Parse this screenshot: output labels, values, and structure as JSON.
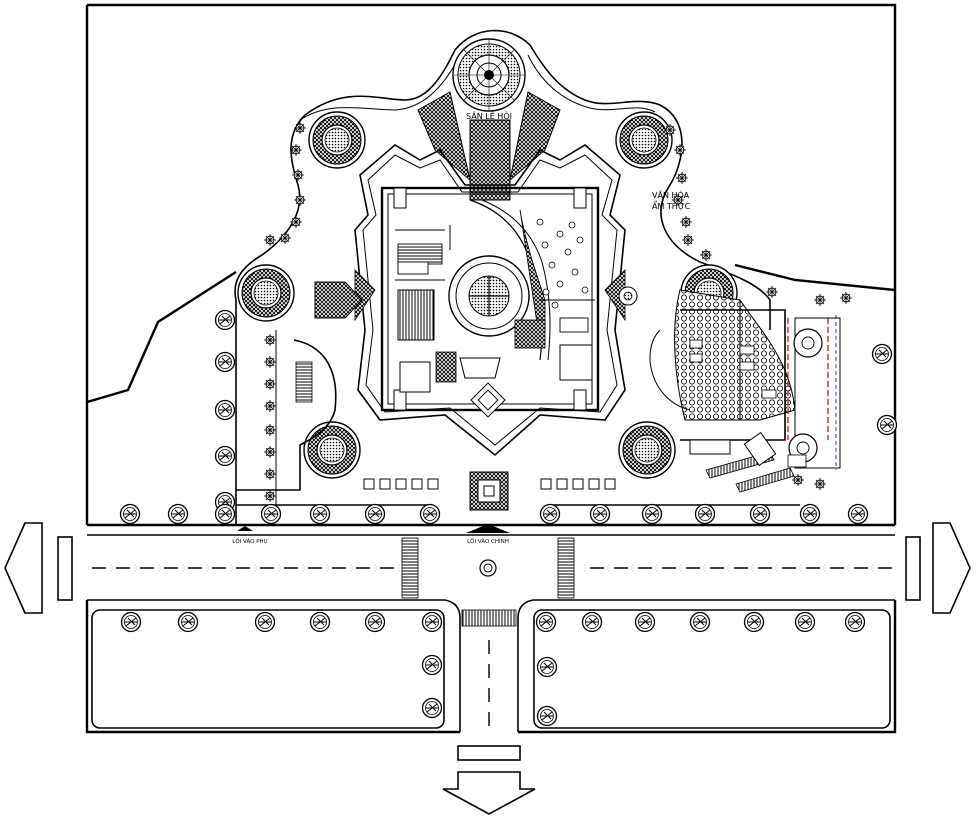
{
  "drawing": {
    "labels": {
      "festival_yard": "SÂN LỄ HỘI",
      "food_culture_line1": "VĂN HÓA",
      "food_culture_line2": "ẨM THỰC",
      "side_entrance": "LỐI VÀO PHỤ",
      "main_entrance": "LỐI VÀO CHÍNH"
    },
    "colors": {
      "ink": "#000000",
      "paper": "#ffffff",
      "accent_red": "#d40000",
      "accent_blue": "#2a3cc8"
    },
    "icons": {
      "tree": "tree-symbol-icon",
      "shrub": "shrub-symbol-icon",
      "arrow": "direction-arrow-icon"
    }
  }
}
